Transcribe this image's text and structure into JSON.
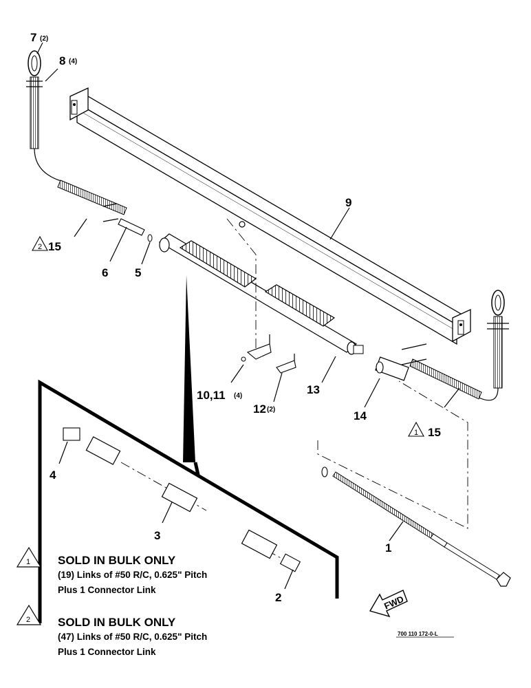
{
  "callouts": {
    "c1": "1",
    "c2": "2",
    "c3": "3",
    "c4": "4",
    "c5": "5",
    "c6": "6",
    "c7": "7",
    "c7q": "(2)",
    "c8": "8",
    "c8q": "(4)",
    "c9": "9",
    "c1011": "10,11",
    "c1011q": "(4)",
    "c12": "12",
    "c12q": "(2)",
    "c13": "13",
    "c14": "14",
    "c15a": "15",
    "c15b": "15"
  },
  "tri_marks": {
    "t1": "1",
    "t2": "2"
  },
  "notes": {
    "n1": {
      "title": "SOLD IN BULK ONLY",
      "line1": "(19) Links of #50 R/C, 0.625\" Pitch",
      "line2": "Plus 1 Connector Link"
    },
    "n2": {
      "title": "SOLD IN BULK ONLY",
      "line1": "(47) Links of #50 R/C, 0.625\" Pitch",
      "line2": "Plus 1 Connector Link"
    }
  },
  "fwd_label": "FWD",
  "figure_number": "700 110 172-0-L"
}
